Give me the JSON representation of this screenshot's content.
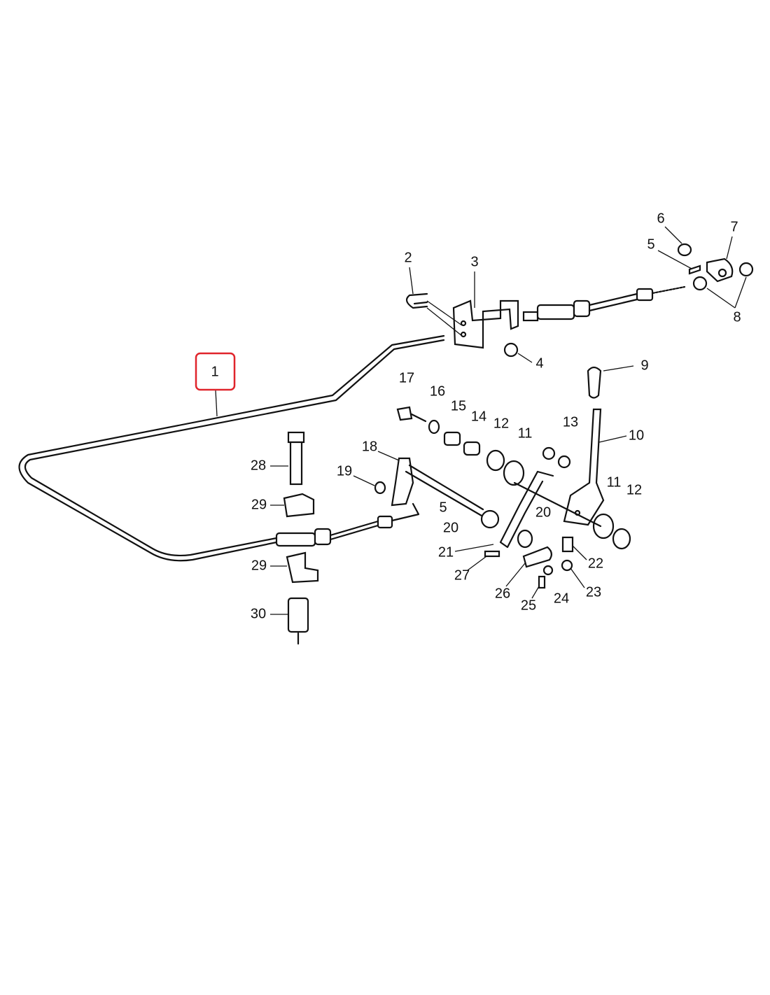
{
  "diagram": {
    "highlighted_label": "1",
    "highlight_color": "#e0242b",
    "callouts": [
      "1",
      "2",
      "3",
      "4",
      "5",
      "6",
      "7",
      "8",
      "9",
      "10",
      "11",
      "12",
      "13",
      "14",
      "15",
      "16",
      "17",
      "18",
      "19",
      "5",
      "20",
      "20",
      "21",
      "22",
      "23",
      "24",
      "25",
      "26",
      "27",
      "28",
      "29",
      "29",
      "30",
      "11",
      "12"
    ]
  }
}
